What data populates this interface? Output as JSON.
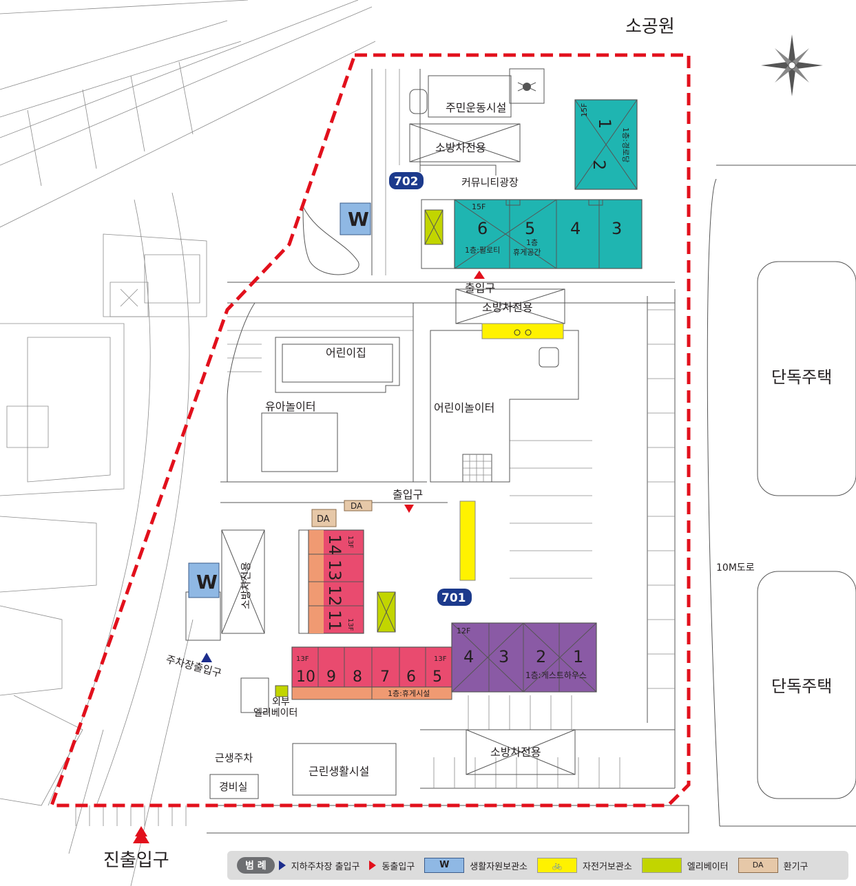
{
  "map_labels": {
    "park": "소공원",
    "detached_house_top": "단독주택",
    "detached_house_bottom": "단독주택",
    "road": "10M도로",
    "main_entrance": "진출입구",
    "community_fitness": "주민운동시설",
    "fire_lane_top": "소방차전용",
    "fire_lane_mid": "소방차전용",
    "fire_lane_bottom": "소방차전용",
    "fire_lane_left": "소방차전용",
    "community_plaza": "커뮤니티광장",
    "entrance_top": "출입구",
    "entrance_mid": "출입구",
    "daycare": "어린이집",
    "toddler_playground": "유아놀이터",
    "kids_playground": "어린이놀이터",
    "parking_entrance": "주차장출입구",
    "external_elevator_1": "외부",
    "external_elevator_2": "엘리베이터",
    "retail_parking": "근생주차",
    "guard_room": "경비실",
    "retail_facility": "근린생활시설",
    "bldg_701": "701",
    "bldg_702": "702",
    "da": "DA",
    "w": "W"
  },
  "buildings": {
    "b702_floors_left": "15F",
    "b702_units": [
      "6",
      "5",
      "4",
      "3"
    ],
    "b702_note_6": "1층:필로티",
    "b702_note_5a": "1층",
    "b702_note_5b": "휴게공간",
    "b702_floors_right": "15F",
    "b702_units_right": [
      "1",
      "2"
    ],
    "b702_note_right": "1층:경로당",
    "b701_left_floors_top": "13F",
    "b701_left_floors_bottom": "13F",
    "b701_left_units": [
      "14",
      "13",
      "12",
      "11"
    ],
    "b701_bottom_floors_left": "13F",
    "b701_bottom_floors_right": "13F",
    "b701_bottom_units": [
      "10",
      "9",
      "8",
      "7",
      "6",
      "5"
    ],
    "b701_bottom_note": "1층:휴게시설",
    "b701_right_floors": "12F",
    "b701_right_units": [
      "4",
      "3",
      "2",
      "1"
    ],
    "b701_right_note": "1층:게스트하우스"
  },
  "legend": {
    "title": "범 례",
    "items": [
      {
        "icon": "blue-triangle-icon",
        "label": "지하주차장 출입구"
      },
      {
        "icon": "red-triangle-icon",
        "label": "동출입구"
      },
      {
        "icon": "w-box-icon",
        "swatch_text": "W",
        "label": "생활자원보관소"
      },
      {
        "icon": "bicycle-icon",
        "label": "자전거보관소"
      },
      {
        "icon": "elevator-swatch-icon",
        "label": "엘리베이터"
      },
      {
        "icon": "da-swatch-icon",
        "swatch_text": "DA",
        "label": "환기구"
      }
    ]
  },
  "colors": {
    "teal": "#1fb5b1",
    "pink": "#e94b6f",
    "salmon": "#f09a72",
    "purple": "#8a5aa5",
    "yellow": "#fff200",
    "lime": "#c2d500",
    "w_blue": "#8fb8e4",
    "boundary_red": "#e2101c",
    "badge_navy": "#1c3a8c"
  }
}
